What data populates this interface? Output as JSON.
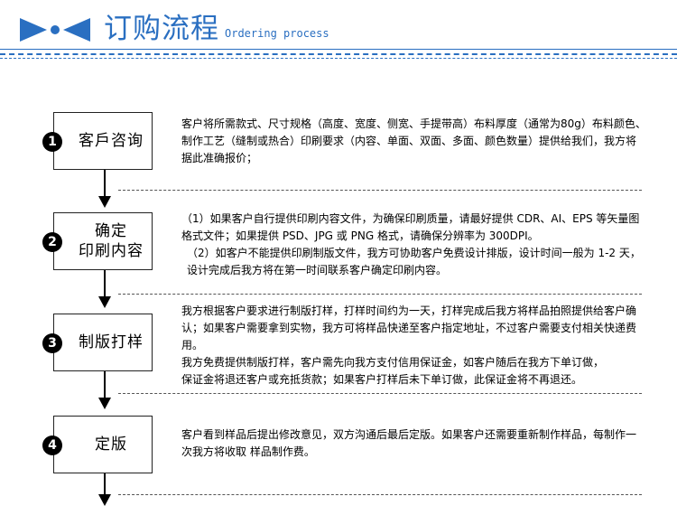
{
  "header": {
    "title_cn": "订购流程",
    "title_en": "Ordering process",
    "accent_color": "#2a6fc1",
    "icon": "bowtie-arrows-icon"
  },
  "steps": [
    {
      "number": "1",
      "label_lines": [
        "客戶咨询"
      ],
      "paragraphs": [
        "客户将所需款式、尺寸规格（高度、宽度、侧宽、手提带高）布料厚度（通常为80g）布料颜色、制作工艺（缝制或热合）印刷要求（内容、单面、双面、多面、颜色数量）提供给我们，我方将据此准确报价；"
      ]
    },
    {
      "number": "2",
      "label_lines": [
        "确定",
        "印刷内容"
      ],
      "paragraphs": [
        "（1）如果客户自行提供印刷内容文件，为确保印刷质量，请最好提供 CDR、AI、EPS 等矢量图格式文件；如果提供 PSD、JPG 或 PNG 格式，请确保分辨率为 300DPI。",
        "（2）如客户不能提供印刷制版文件，我方可协助客户免费设计排版，设计时间一般为 1-2 天，设计完成后我方将在第一时间联系客户确定印刷内容。"
      ]
    },
    {
      "number": "3",
      "label_lines": [
        "制版打样"
      ],
      "paragraphs": [
        "我方根据客户要求进行制版打样，打样时间约为一天，打样完成后我方将样品拍照提供给客户确认；如果客户需要拿到实物，我方可将样品快递至客户指定地址，不过客户需要支付相关快递费用。",
        "我方免费提供制版打样，客户需先向我方支付信用保证金，如客户随后在我方下单订做，",
        "保证金将退还客户或充抵货款；如果客户打样后未下单订做，此保证金将不再退还。"
      ]
    },
    {
      "number": "4",
      "label_lines": [
        "定版"
      ],
      "paragraphs": [
        "客户看到样品后提出修改意见，双方沟通后最后定版。如果客户还需要重新制作样品，每制作一次我方将收取 样品制作费。"
      ]
    }
  ]
}
